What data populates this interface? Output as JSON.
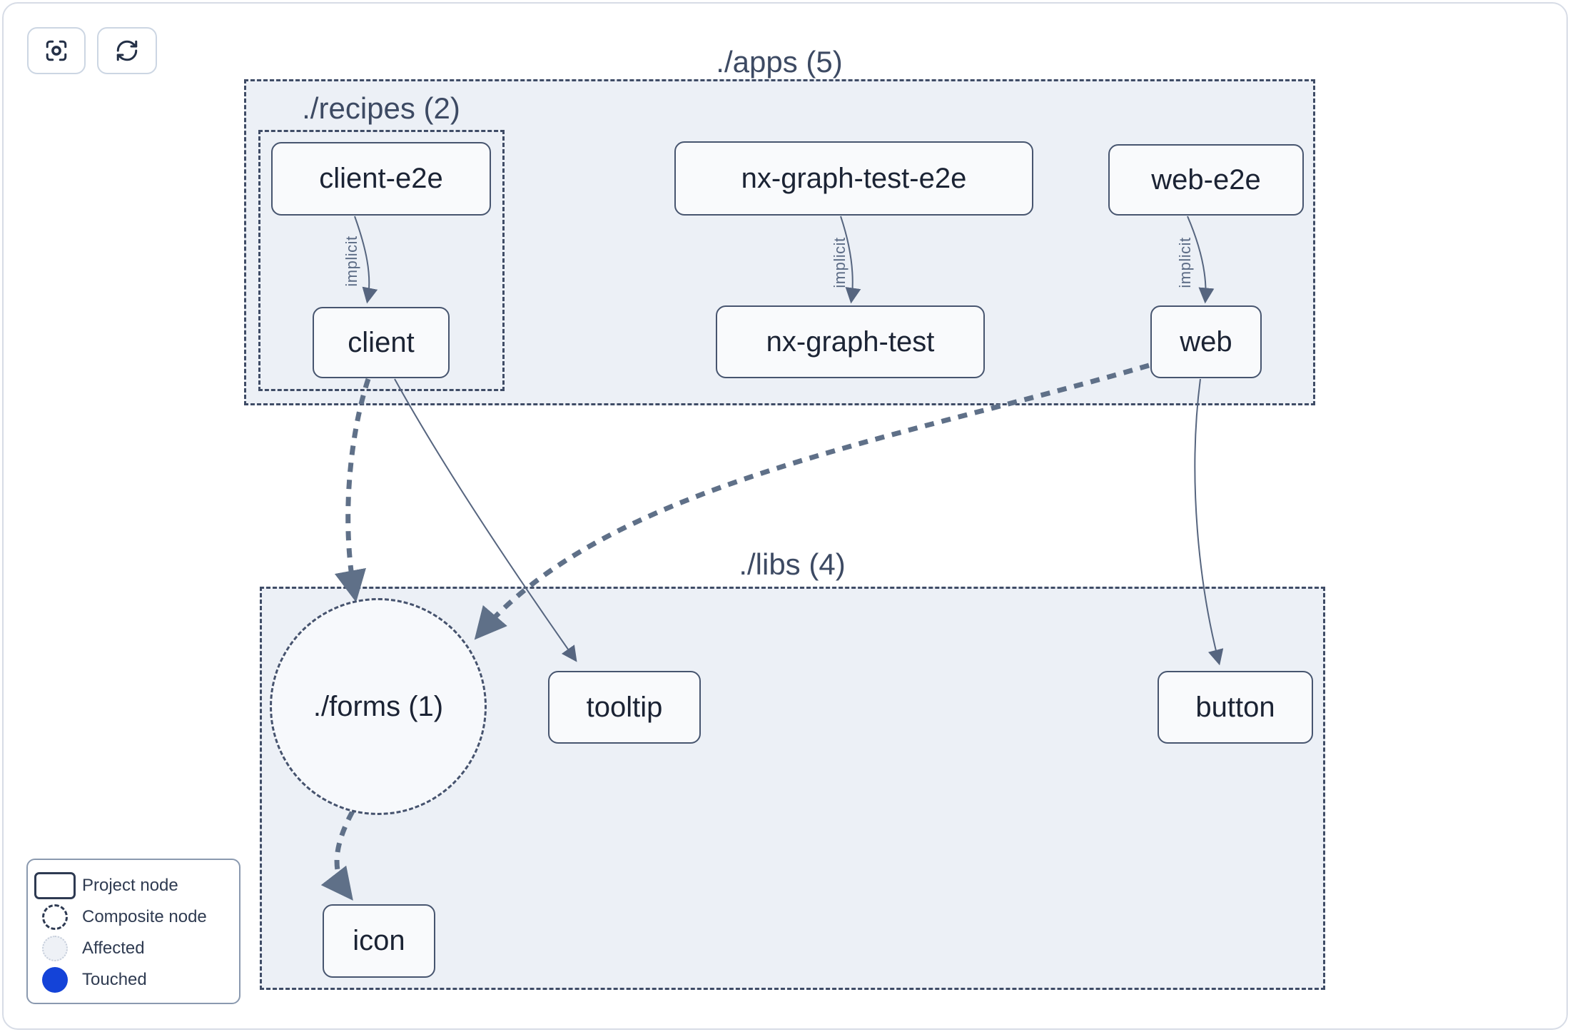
{
  "toolbar": {
    "buttons": [
      {
        "name": "focus-reset",
        "icon": "focus-crosshair-icon"
      },
      {
        "name": "refresh",
        "icon": "refresh-icon"
      }
    ]
  },
  "graph": {
    "containers": [
      {
        "id": "apps",
        "label": "./apps (5)"
      },
      {
        "id": "recipes",
        "label": "./recipes (2)"
      },
      {
        "id": "libs",
        "label": "./libs (4)"
      },
      {
        "id": "forms",
        "label": "./forms (1)",
        "shape": "circle"
      }
    ],
    "nodes": [
      {
        "id": "client-e2e",
        "label": "client-e2e"
      },
      {
        "id": "client",
        "label": "client"
      },
      {
        "id": "nx-graph-test-e2e",
        "label": "nx-graph-test-e2e"
      },
      {
        "id": "nx-graph-test",
        "label": "nx-graph-test"
      },
      {
        "id": "web-e2e",
        "label": "web-e2e"
      },
      {
        "id": "web",
        "label": "web"
      },
      {
        "id": "tooltip",
        "label": "tooltip"
      },
      {
        "id": "button",
        "label": "button"
      },
      {
        "id": "icon",
        "label": "icon"
      }
    ],
    "edges": [
      {
        "source": "client-e2e",
        "target": "client",
        "type": "implicit",
        "label": "implicit"
      },
      {
        "source": "nx-graph-test-e2e",
        "target": "nx-graph-test",
        "type": "implicit",
        "label": "implicit"
      },
      {
        "source": "web-e2e",
        "target": "web",
        "type": "implicit",
        "label": "implicit"
      },
      {
        "source": "client",
        "target": "./forms",
        "type": "dashed",
        "label": ""
      },
      {
        "source": "client",
        "target": "tooltip",
        "type": "static",
        "label": ""
      },
      {
        "source": "web",
        "target": "./forms",
        "type": "dashed",
        "label": ""
      },
      {
        "source": "web",
        "target": "button",
        "type": "static",
        "label": ""
      },
      {
        "source": "./forms",
        "target": "icon",
        "type": "dashed",
        "label": ""
      }
    ]
  },
  "legend": {
    "items": [
      {
        "icon": "project-node-swatch",
        "label": "Project node"
      },
      {
        "icon": "composite-node-swatch",
        "label": "Composite node"
      },
      {
        "icon": "affected-swatch",
        "label": "Affected"
      },
      {
        "icon": "touched-swatch",
        "label": "Touched"
      }
    ]
  },
  "colors": {
    "touched_blue": "#1443d8",
    "container_fill": "#ecf0f6",
    "dashed_border": "#3f4c66",
    "edge_stroke": "#5f7088",
    "node_text": "#1b2334"
  }
}
